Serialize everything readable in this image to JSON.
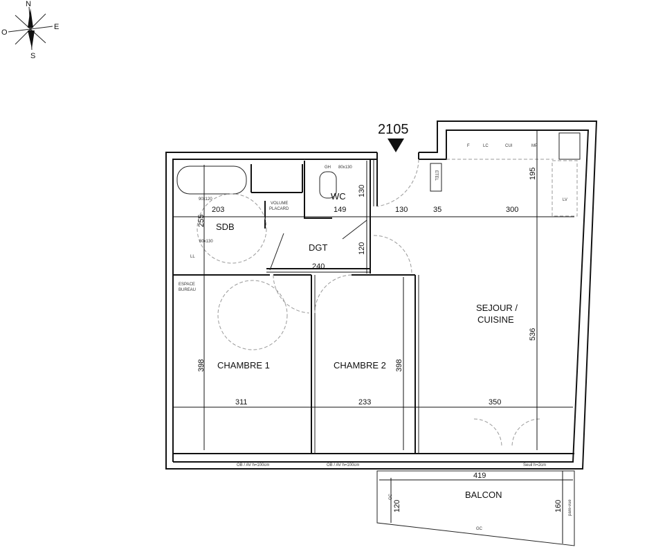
{
  "compass": {
    "north": "N",
    "east": "E",
    "south": "S",
    "west": "O"
  },
  "unit_number": "2105",
  "rooms": {
    "sdb": "SDB",
    "wc": "WC",
    "dgt": "DGT",
    "placard_1": "VOLUME",
    "placard_2": "PLACARD",
    "bureau_1": "ESPACE",
    "bureau_2": "BUREAU",
    "chambre1": "CHAMBRE 1",
    "chambre2": "CHAMBRE 2",
    "sejour_1": "SEJOUR /",
    "sejour_2": "CUISINE",
    "balcon": "BALCON"
  },
  "labels": {
    "shower1": "90x120",
    "shower2": "80x130",
    "wc_size": "80x130",
    "wc_tag": "GH",
    "ll": "LL",
    "f": "F",
    "lc": "LC",
    "cui": "CUI",
    "mp": "MP",
    "etel": "ETEL",
    "lv": "LV",
    "window1": "OB / AV h=100cm",
    "window2": "OB / AV h=100cm",
    "seuil": "Seuil h=2cm",
    "gc_left": "GC",
    "gc_bottom": "GC",
    "pare_vue": "pare-vue"
  },
  "dimensions": {
    "sdb_w": "203",
    "sdb_h": "255",
    "wc_w": "149",
    "wc_h": "130",
    "dgt_w": "240",
    "dgt_h": "120",
    "entry_w": "130",
    "gap": "35",
    "kitchen_w": "300",
    "kitchen_h": "195",
    "sejour_h": "536",
    "ch1_w": "311",
    "ch1_h": "398",
    "ch2_w": "233",
    "ch2_h": "398",
    "sejour_w": "350",
    "balcon_w": "419",
    "balcon_h_left": "120",
    "balcon_h_right": "160"
  }
}
